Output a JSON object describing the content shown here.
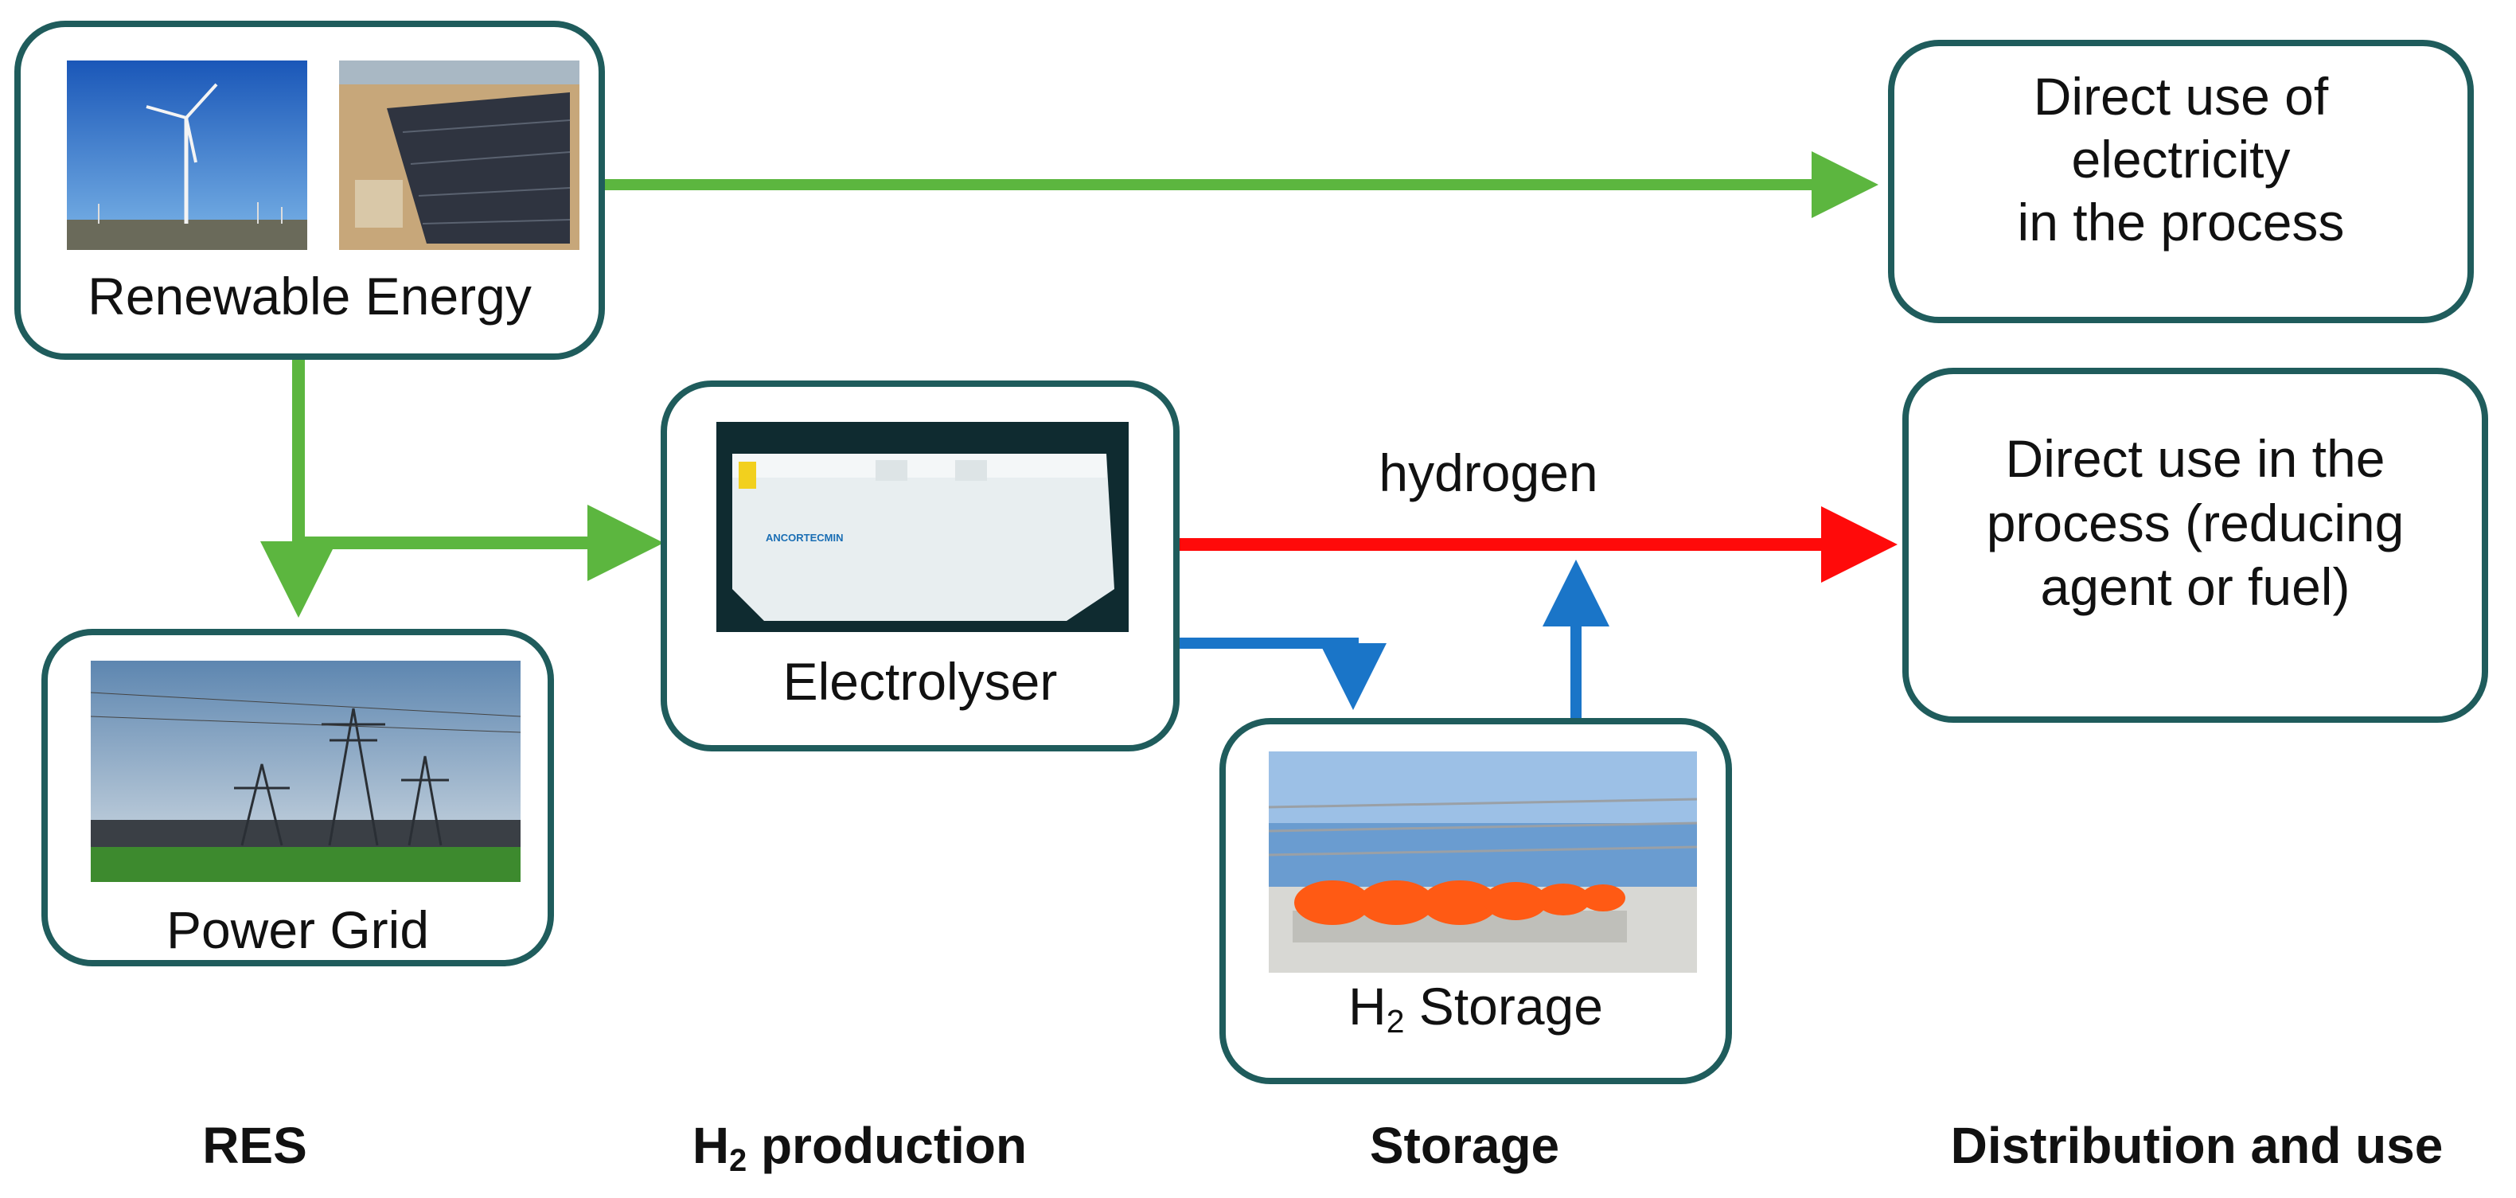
{
  "nodes": {
    "renewable": {
      "label": "Renewable Energy"
    },
    "grid": {
      "label": "Power Grid"
    },
    "electrolyser": {
      "label": "Electrolyser",
      "brand": "ANCORTECMIN"
    },
    "storage": {
      "label_prefix": "H",
      "label_sub": "2",
      "label_suffix": " Storage"
    },
    "direct_electricity": {
      "lines": [
        "Direct use of",
        "electricity",
        "in the process"
      ]
    },
    "direct_process": {
      "lines": [
        "Direct use in the",
        "process (reducing",
        "agent or fuel)"
      ]
    }
  },
  "flow_labels": {
    "hydrogen": "hydrogen"
  },
  "stages": {
    "res": "RES",
    "production_prefix": "H",
    "production_sub": "2",
    "production_suffix": " production",
    "storage": "Storage",
    "distribution": "Distribution and use"
  },
  "colors": {
    "box_border": "#1f5c5c",
    "electricity_arrow": "#5cb63f",
    "hydrogen_arrow": "#ff0a0a",
    "storage_arrow": "#1a75c8"
  }
}
